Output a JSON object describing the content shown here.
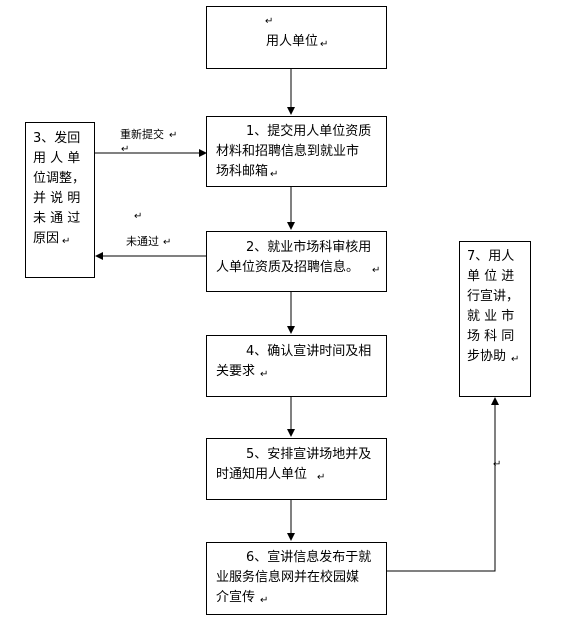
{
  "boxes": {
    "employer": {
      "line1": "用人单位"
    },
    "step1": {
      "line1": "1、提交用人单位资质",
      "line2": "材料和招聘信息到就业市",
      "line3": "场科邮箱"
    },
    "step2": {
      "line1": "2、就业市场科审核用",
      "line2": "人单位资质及招聘信息。"
    },
    "step3": {
      "line1": "3、发回",
      "line2": "用 人 单",
      "line3": "位调整，",
      "line4": "并 说 明",
      "line5": "未 通 过",
      "line6": "原因"
    },
    "step4": {
      "line1": "4、确认宣讲时间及相",
      "line2": "关要求"
    },
    "step5": {
      "line1": "5、安排宣讲场地并及",
      "line2": "时通知用人单位"
    },
    "step6": {
      "line1": "6、宣讲信息发布于就",
      "line2": "业服务信息网并在校园媒",
      "line3": "介宣传"
    },
    "step7": {
      "line1": "7、用人",
      "line2": "单 位 进",
      "line3": "行宣讲，",
      "line4": "就 业 市",
      "line5": "场 科 同",
      "line6": "步协助"
    }
  },
  "labels": {
    "resubmit": "重新提交",
    "not_passed": "未通过"
  },
  "paragraph_mark": "↵"
}
